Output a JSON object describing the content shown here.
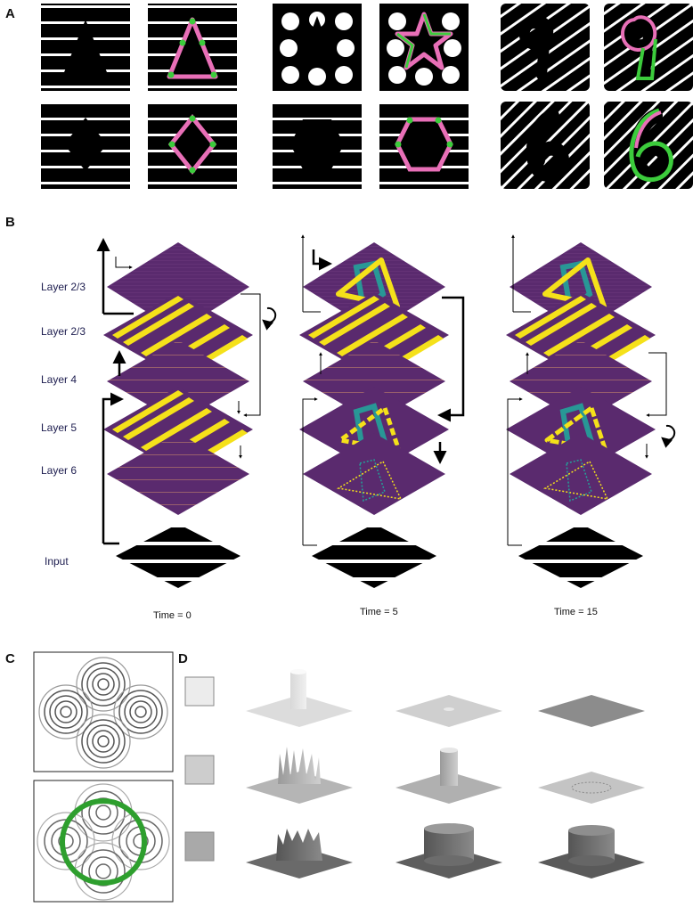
{
  "panels": {
    "a": {
      "letter": "A"
    },
    "b": {
      "letter": "B",
      "layer_labels": [
        "Layer 2/3",
        "Layer 2/3",
        "Layer 4",
        "Layer 5",
        "Layer 6",
        "Input"
      ],
      "time_labels": [
        "Time = 0",
        "Time = 5",
        "Time = 15"
      ]
    },
    "c": {
      "letter": "C"
    },
    "d": {
      "letter": "D",
      "stimulus_grays": [
        "#ececec",
        "#cdcdcd",
        "#a9a9a9"
      ]
    }
  },
  "colors": {
    "layer_purple": "#5a2a6e",
    "active_yellow": "#f5e11a",
    "contour_teal": "#22a39a",
    "contour_pink": "#e86fb7",
    "contour_green": "#3ccc3c",
    "ring_green": "#2e9f2e"
  }
}
